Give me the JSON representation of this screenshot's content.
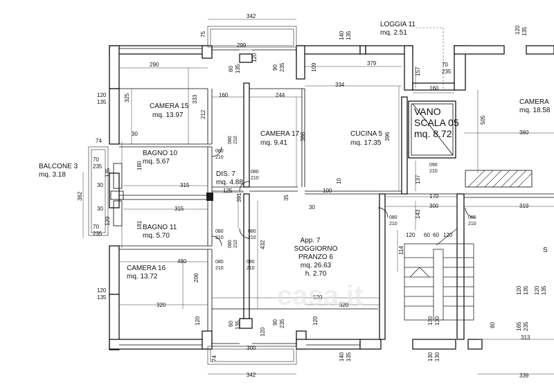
{
  "rooms": {
    "camera15": {
      "name": "CAMERA 15",
      "area": "mq. 13.97"
    },
    "camera17": {
      "name": "CAMERA 17",
      "area": "mq. 9.41"
    },
    "cucina5": {
      "name": "CUCINA 5",
      "area": "mq. 17.35"
    },
    "vano": {
      "name1": "VANO",
      "name2": "SCALA 05",
      "area": "mq. 8.72"
    },
    "camera_right": {
      "name": "CAMERA",
      "area": "mq. 18.58"
    },
    "bagno10": {
      "name": "BAGNO 10",
      "area": "mq. 5.67"
    },
    "dis7": {
      "name": "DIS. 7",
      "area": "mq. 4.88"
    },
    "balcone3": {
      "name": "BALCONE 3",
      "area": "mq. 3.18"
    },
    "bagno11": {
      "name": "BAGNO 11",
      "area": "mq. 5.70"
    },
    "camera16": {
      "name": "CAMERA 16",
      "area": "mq. 13.72"
    },
    "soggiorno": {
      "line1": "App. 7",
      "line2": "SOGGIORNO",
      "line3": "PRANZO 6",
      "area": "mq. 26.63",
      "height": "h. 2.70"
    },
    "loggia11": {
      "name": "LOGGIA 11",
      "area": "mq. 2.51"
    },
    "s_right": {
      "name": "S"
    }
  },
  "dims": {
    "d342_top": "342",
    "d75": "75",
    "d299": "299",
    "d290": "290",
    "d333": "333",
    "d325": "325",
    "d160a": "160",
    "d244": "244",
    "d334": "334",
    "d379": "379",
    "d157": "157",
    "d160b": "160",
    "d60a": "60",
    "d135a": "135",
    "d120a": "120",
    "d90a": "90",
    "d235a": "235",
    "d109": "109",
    "d140a": "140",
    "d135b": "135",
    "d70a": "70",
    "d235b": "235",
    "d120b": "120",
    "d135c": "135",
    "d120c": "120",
    "d135d": "135",
    "d212": "212",
    "d386": "386",
    "d396": "396",
    "d505": "505",
    "d360": "360",
    "d30a": "30",
    "d74a": "74",
    "d70b": "70",
    "d235c": "235",
    "d135e": "135",
    "d180": "180",
    "d30b": "30",
    "d315a": "315",
    "d362": "362",
    "d30c": "30",
    "d315b": "315",
    "d129": "129",
    "d181": "181",
    "d70c": "70",
    "d235d": "235",
    "d125": "125",
    "d391": "391",
    "d100": "100",
    "d10": "10",
    "d35": "35",
    "d30d": "30",
    "d137": "137",
    "d170": "170",
    "d143": "143",
    "d300a": "300",
    "d319": "319",
    "d120d": "120",
    "d60b": "60",
    "d60c": "60",
    "d120e": "120",
    "d114": "114",
    "d432": "432",
    "d480": "480",
    "d206": "206",
    "d120f": "120",
    "d135f": "135",
    "d320a": "320",
    "d530": "530",
    "d320b": "320",
    "d120g": "120",
    "d60d": "60",
    "d135g": "135",
    "d120h": "120",
    "d90b": "90",
    "d235e": "235",
    "d120i": "120",
    "d300b": "300",
    "d74b": "74",
    "d342_bot": "342",
    "d140b": "140",
    "d135h": "135",
    "d130a": "130",
    "d130b": "130",
    "d130c": "130",
    "d130d": "130",
    "d80": "80",
    "d165": "165",
    "d235f": "235",
    "d313": "313",
    "d339": "339",
    "d120j": "120",
    "d135i": "135",
    "d120k": "120",
    "d135j": "135",
    "door080_1": "080",
    "door210_1": "210",
    "door080_2": "080",
    "door210_2": "210",
    "door080_3": "080",
    "door210_3": "210",
    "door080_4": "080",
    "door210_4": "210",
    "door080_5": "080",
    "door210_5": "210",
    "door080_6": "080",
    "door210_6": "210",
    "door090_1": "090",
    "door210_7": "210",
    "door080_7": "080",
    "door210_8": "210",
    "door080_8": "080",
    "door210_9": "210",
    "door080_9": "080",
    "door210_10": "210",
    "door080_10": "080",
    "door210_11": "210"
  },
  "watermark": "casa.it"
}
